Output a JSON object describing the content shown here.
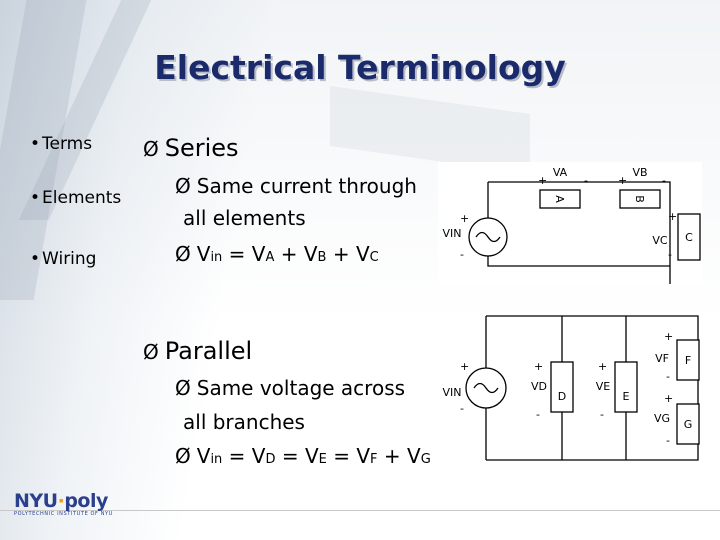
{
  "title": "Electrical Terminology",
  "sidebar": {
    "items": [
      {
        "bullet": "•",
        "label": "Terms"
      },
      {
        "bullet": "•",
        "label": "Elements"
      },
      {
        "bullet": "•",
        "label": "Wiring"
      }
    ]
  },
  "series": {
    "arrow": "Ø",
    "heading": "Series",
    "points": [
      {
        "line1": "Same current through",
        "line2": "all elements"
      }
    ],
    "equation": {
      "lhs": "V",
      "lhs_sub": "in",
      "terms": [
        {
          "v": "V",
          "sub": "A"
        },
        {
          "v": "V",
          "sub": "B"
        },
        {
          "v": "V",
          "sub": "C"
        }
      ],
      "eq": "=",
      "plus": "+"
    }
  },
  "parallel": {
    "arrow": "Ø",
    "heading": "Parallel",
    "points": [
      {
        "line1": "Same voltage across",
        "line2": "all branches"
      }
    ],
    "equation": {
      "lhs": "V",
      "lhs_sub": "in",
      "terms": [
        {
          "v": "V",
          "sub": "D"
        },
        {
          "v": "V",
          "sub": "E"
        },
        {
          "v": "V",
          "sub": "F"
        },
        {
          "v": "V",
          "sub": "G"
        }
      ],
      "eq": "=",
      "plus": "+"
    }
  },
  "series_diagram": {
    "labels": {
      "va": "VA",
      "vb": "VB",
      "vc": "VC",
      "vin": "VIN",
      "a": "A",
      "b": "B",
      "c": "C",
      "plus": "+",
      "minus": "-"
    }
  },
  "parallel_diagram": {
    "labels": {
      "vin": "VIN",
      "vd": "VD",
      "ve": "VE",
      "vf": "VF",
      "vg": "VG",
      "d": "D",
      "e": "E",
      "f": "F",
      "g": "G",
      "plus": "+",
      "minus": "-"
    }
  },
  "logo": {
    "name_left": "NYU",
    "dot": "·",
    "name_right": "poly",
    "tagline": "POLYTECHNIC INSTITUTE OF NYU"
  },
  "colors": {
    "title": "#1a2a6a",
    "logo": "#2b3f8c",
    "logo_dot": "#f0a000"
  }
}
